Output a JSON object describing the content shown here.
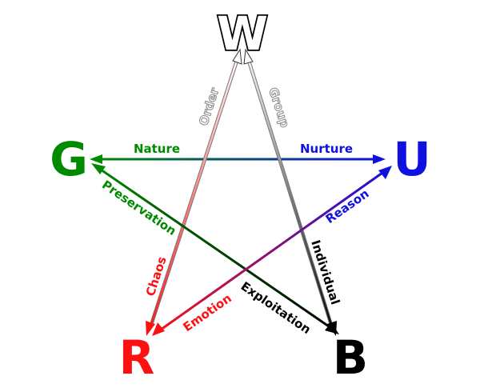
{
  "nodes": {
    "W": {
      "letter": "W",
      "color": "#ffffff",
      "stroke": "#000000"
    },
    "U": {
      "letter": "U",
      "color": "#1010e0",
      "stroke": "none"
    },
    "B": {
      "letter": "B",
      "color": "#000000",
      "stroke": "none"
    },
    "R": {
      "letter": "R",
      "color": "#ff1010",
      "stroke": "none"
    },
    "G": {
      "letter": "G",
      "color": "#008a00",
      "stroke": "none"
    }
  },
  "edges": {
    "nature": {
      "label": "Nature",
      "color": "#008a00"
    },
    "nurture": {
      "label": "Nurture",
      "color": "#1010e0"
    },
    "order": {
      "label": "Order",
      "color": "#ffffff",
      "stroke": "#888888"
    },
    "group": {
      "label": "Group",
      "color": "#ffffff",
      "stroke": "#888888"
    },
    "chaos": {
      "label": "Chaos",
      "color": "#ff1010"
    },
    "individual": {
      "label": "Individual",
      "color": "#000000"
    },
    "preservation": {
      "label": "Preservation",
      "color": "#008a00"
    },
    "exploitation": {
      "label": "Exploitation",
      "color": "#000000"
    },
    "emotion": {
      "label": "Emotion",
      "color": "#ff1010"
    },
    "reason": {
      "label": "Reason",
      "color": "#1010e0"
    }
  }
}
